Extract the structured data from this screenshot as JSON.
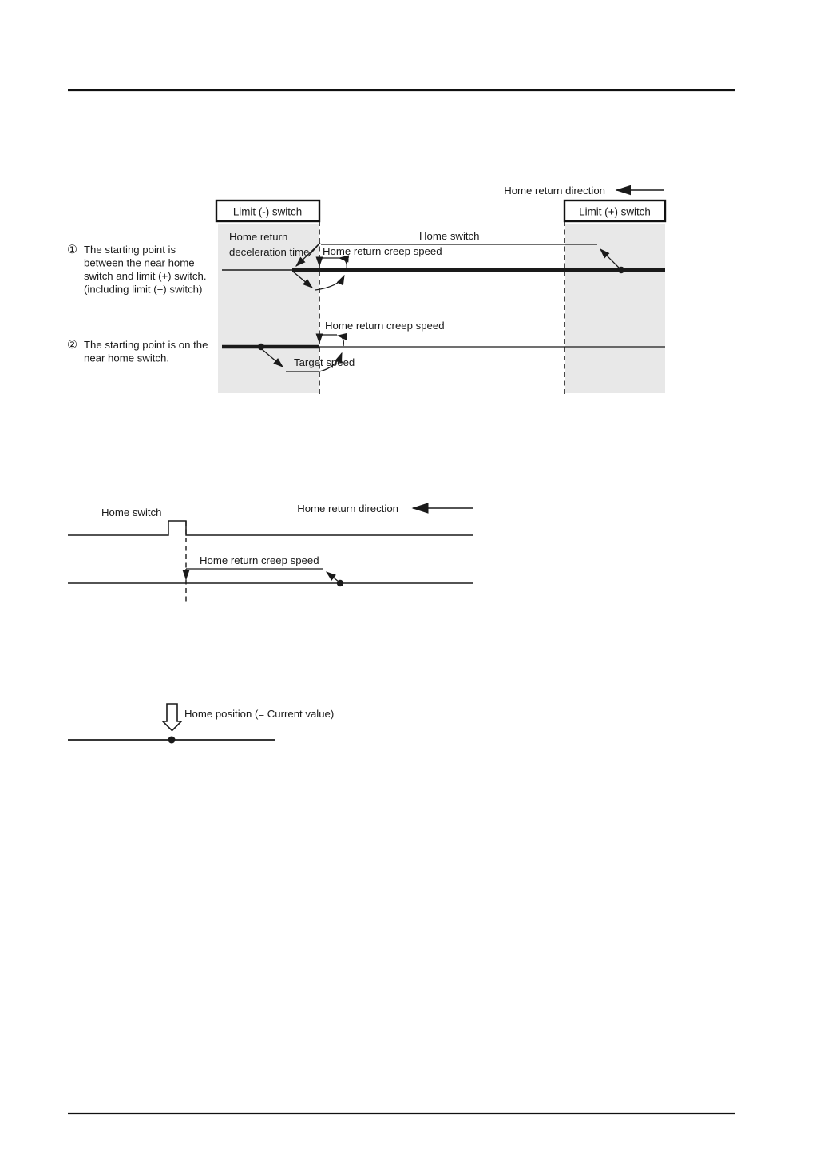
{
  "colors": {
    "background": "#ffffff",
    "ink": "#1a1a1a",
    "switch_region_shade": "#e8e8e8"
  },
  "rules": {
    "header_rule": "",
    "footer_rule": ""
  },
  "diagram1": {
    "direction_label": "Home return direction",
    "limit_minus_label": "Limit (-) switch",
    "limit_plus_label": "Limit (+) switch",
    "home_switch_label": "Home switch",
    "decel_label_line1": "Home return",
    "decel_label_line2": "deceleration time",
    "creep_label_case1": "Home return creep speed",
    "creep_label_case2": "Home return creep speed",
    "target_speed_label": "Target speed",
    "case1": {
      "number": "①",
      "lines": [
        "The starting point is",
        "between the near home",
        "switch and limit (+) switch.",
        "(including limit (+) switch)"
      ]
    },
    "case2": {
      "number": "②",
      "lines": [
        "The starting point is on the",
        "near home switch."
      ]
    }
  },
  "diagram2": {
    "home_switch_label": "Home switch",
    "direction_label": "Home return direction",
    "creep_label": "Home return creep speed"
  },
  "diagram3": {
    "home_position_label": "Home position (= Current value)"
  }
}
